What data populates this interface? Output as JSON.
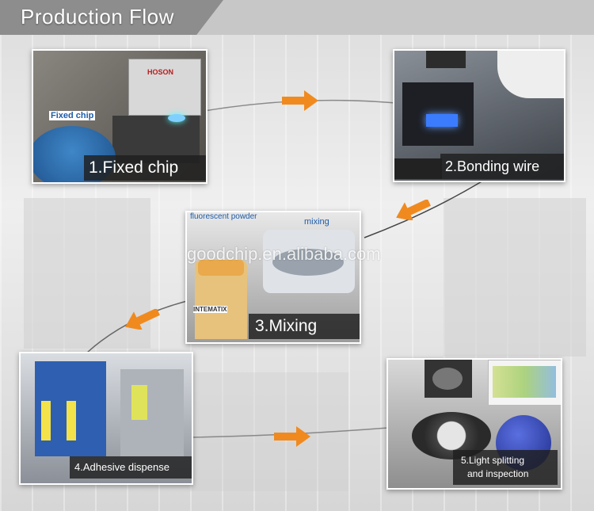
{
  "header": {
    "title": "Production Flow"
  },
  "watermark": "goodchip.en.alibaba.com",
  "steps": [
    {
      "caption": "1.Fixed chip",
      "inset_label": "Fixed chip",
      "brand_label": "HOSON"
    },
    {
      "caption": "2.Bonding wire"
    },
    {
      "caption": "3.Mixing",
      "label_a": "fluorescent powder",
      "label_b": "mixing",
      "bottle_label": "INTEMATIX"
    },
    {
      "caption": "4.Adhesive dispense"
    },
    {
      "caption_line1": "5.Light splitting",
      "caption_line2": "and inspection"
    }
  ],
  "colors": {
    "arrow": "#f08a1f",
    "header_tab": "#8d8d8d",
    "header_bar": "#c7c7c7"
  },
  "icons": [
    "arrow-right-icon",
    "arrow-down-left-icon"
  ]
}
